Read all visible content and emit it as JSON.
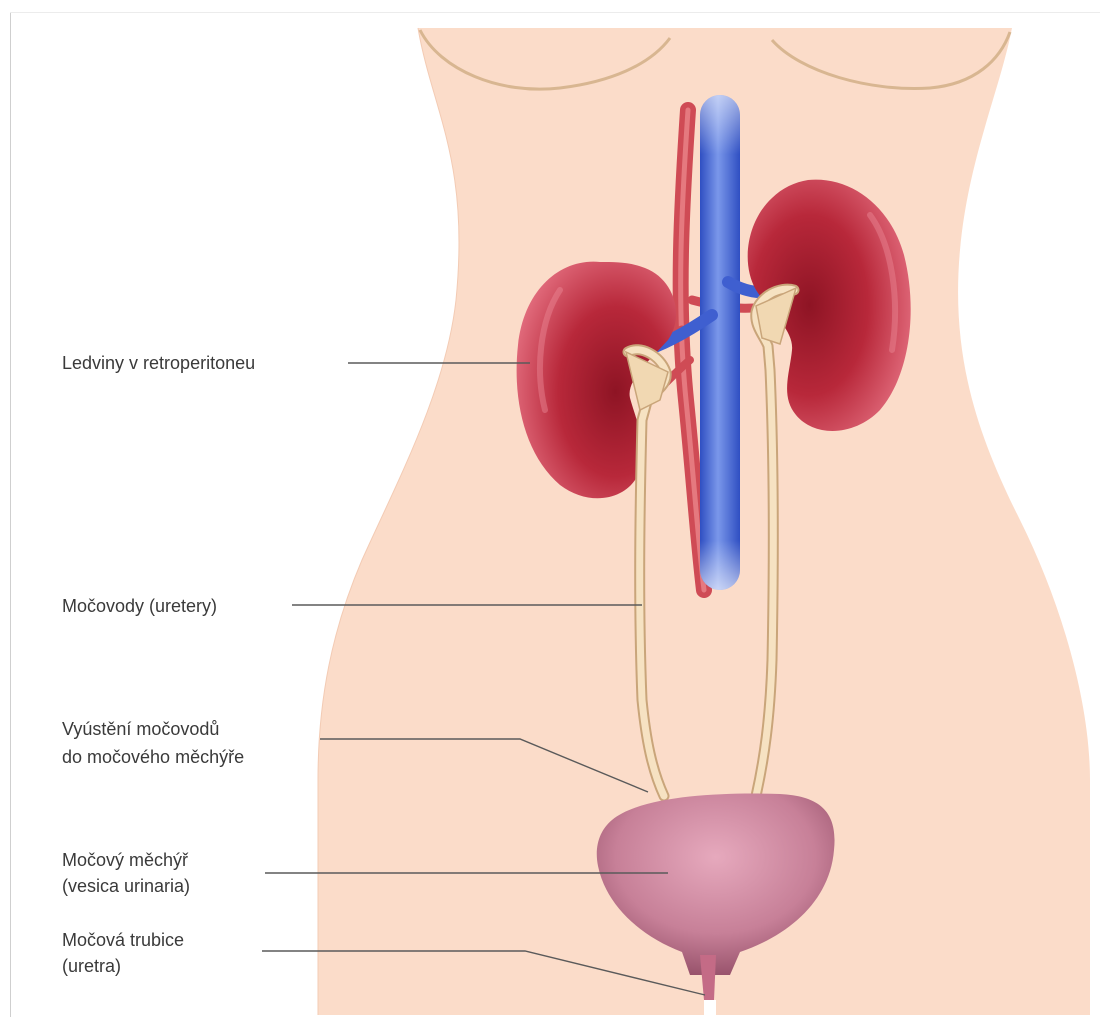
{
  "labels": {
    "kidneys": {
      "line1": "Ledviny v retroperitoneu"
    },
    "ureters": {
      "line1": "Močovody (uretery)"
    },
    "ureter_openings": {
      "line1": "Vyústění močovodů",
      "line2": "do močového měchýře"
    },
    "bladder": {
      "line1": "Močový měchýř",
      "line2": "(vesica urinaria)"
    },
    "urethra": {
      "line1": "Močová trubice",
      "line2": "(uretra)"
    }
  },
  "colors": {
    "skin": "#fbdcc9",
    "skin_outline": "#d8b691",
    "kidney": "#b8283a",
    "kidney_light": "#e0697a",
    "vein": "#3f5fd0",
    "artery": "#cf4b55",
    "ureter": "#f1d8b2",
    "ureter_outline": "#c9a57a",
    "bladder": "#c78098",
    "leader": "#5a5a5a",
    "text": "#3a3a3a"
  },
  "icons": [
    "kidney-icon",
    "bladder-icon",
    "aorta-icon",
    "vena-cava-icon"
  ]
}
